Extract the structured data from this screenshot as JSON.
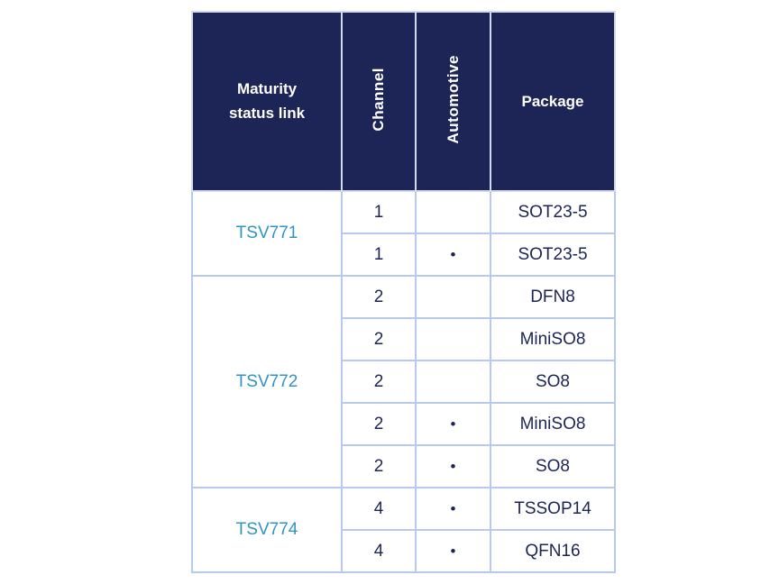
{
  "table": {
    "headers": [
      {
        "label": "Maturity status link",
        "orientation": "horizontal"
      },
      {
        "label": "Channel",
        "orientation": "vertical"
      },
      {
        "label": "Automotive",
        "orientation": "vertical"
      },
      {
        "label": "Package",
        "orientation": "horizontal"
      }
    ],
    "colors": {
      "header_bg": "#1d2556",
      "header_text": "#ffffff",
      "body_text": "#1b2556",
      "link_text": "#3094c4",
      "body_border": "#b7c9ef",
      "header_border": "#d3dbea"
    },
    "automotive_mark": "•",
    "groups": [
      {
        "link": "TSV771",
        "rows": [
          {
            "channel": "1",
            "automotive": "",
            "package": "SOT23-5"
          },
          {
            "channel": "1",
            "automotive": "•",
            "package": "SOT23-5"
          }
        ]
      },
      {
        "link": "TSV772",
        "rows": [
          {
            "channel": "2",
            "automotive": "",
            "package": "DFN8"
          },
          {
            "channel": "2",
            "automotive": "",
            "package": "MiniSO8"
          },
          {
            "channel": "2",
            "automotive": "",
            "package": "SO8"
          },
          {
            "channel": "2",
            "automotive": "•",
            "package": "MiniSO8"
          },
          {
            "channel": "2",
            "automotive": "•",
            "package": "SO8"
          }
        ]
      },
      {
        "link": "TSV774",
        "rows": [
          {
            "channel": "4",
            "automotive": "•",
            "package": "TSSOP14"
          },
          {
            "channel": "4",
            "automotive": "•",
            "package": "QFN16"
          }
        ]
      }
    ]
  }
}
